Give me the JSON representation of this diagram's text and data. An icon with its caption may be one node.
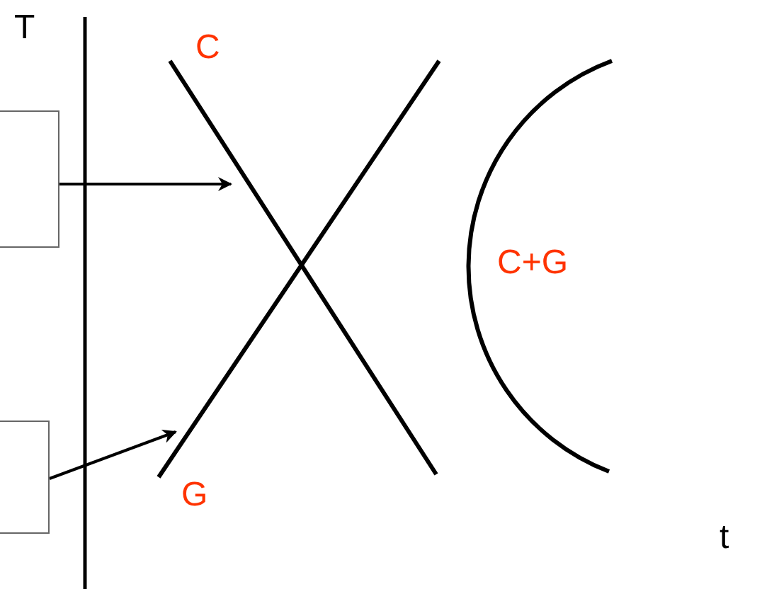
{
  "diagram": {
    "nodes": [
      {
        "text": [],
        "shape": "box"
      },
      {
        "text": [],
        "shape": "box"
      }
    ],
    "edges": [
      {
        "from": 0,
        "to": null,
        "arrow": "to"
      },
      {
        "from": 1,
        "to": null,
        "arrow": "to"
      }
    ],
    "labels": [
      "T",
      "C",
      "C+G",
      "G",
      "t"
    ]
  }
}
